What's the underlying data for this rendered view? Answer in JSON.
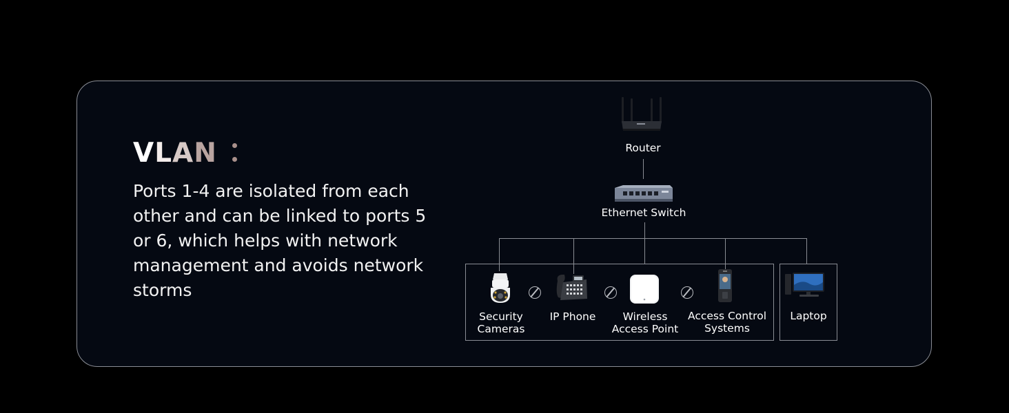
{
  "title": {
    "letters": [
      "V",
      "L",
      "A",
      "N"
    ]
  },
  "description": "Ports 1-4 are isolated from each other and can be linked to ports 5 or 6, which helps with network management and avoids network storms",
  "diagram": {
    "router_label": "Router",
    "switch_label": "Ethernet Switch",
    "devices": [
      {
        "icon": "security-camera-icon",
        "label_line1": "Security",
        "label_line2": "Cameras"
      },
      {
        "icon": "ip-phone-icon",
        "label_line1": "IP Phone",
        "label_line2": ""
      },
      {
        "icon": "wireless-access-point-icon",
        "label_line1": "Wireless",
        "label_line2": "Access Point"
      },
      {
        "icon": "access-control-icon",
        "label_line1": "Access Control",
        "label_line2": "Systems"
      },
      {
        "icon": "laptop-icon",
        "label_line1": "Laptop",
        "label_line2": ""
      }
    ],
    "isolation_symbol": "no-link-icon",
    "colors": {
      "background": "#000000",
      "card": "#050912",
      "lines": "#8b8e95",
      "title_gradient_end": "#b9a4a0"
    }
  }
}
